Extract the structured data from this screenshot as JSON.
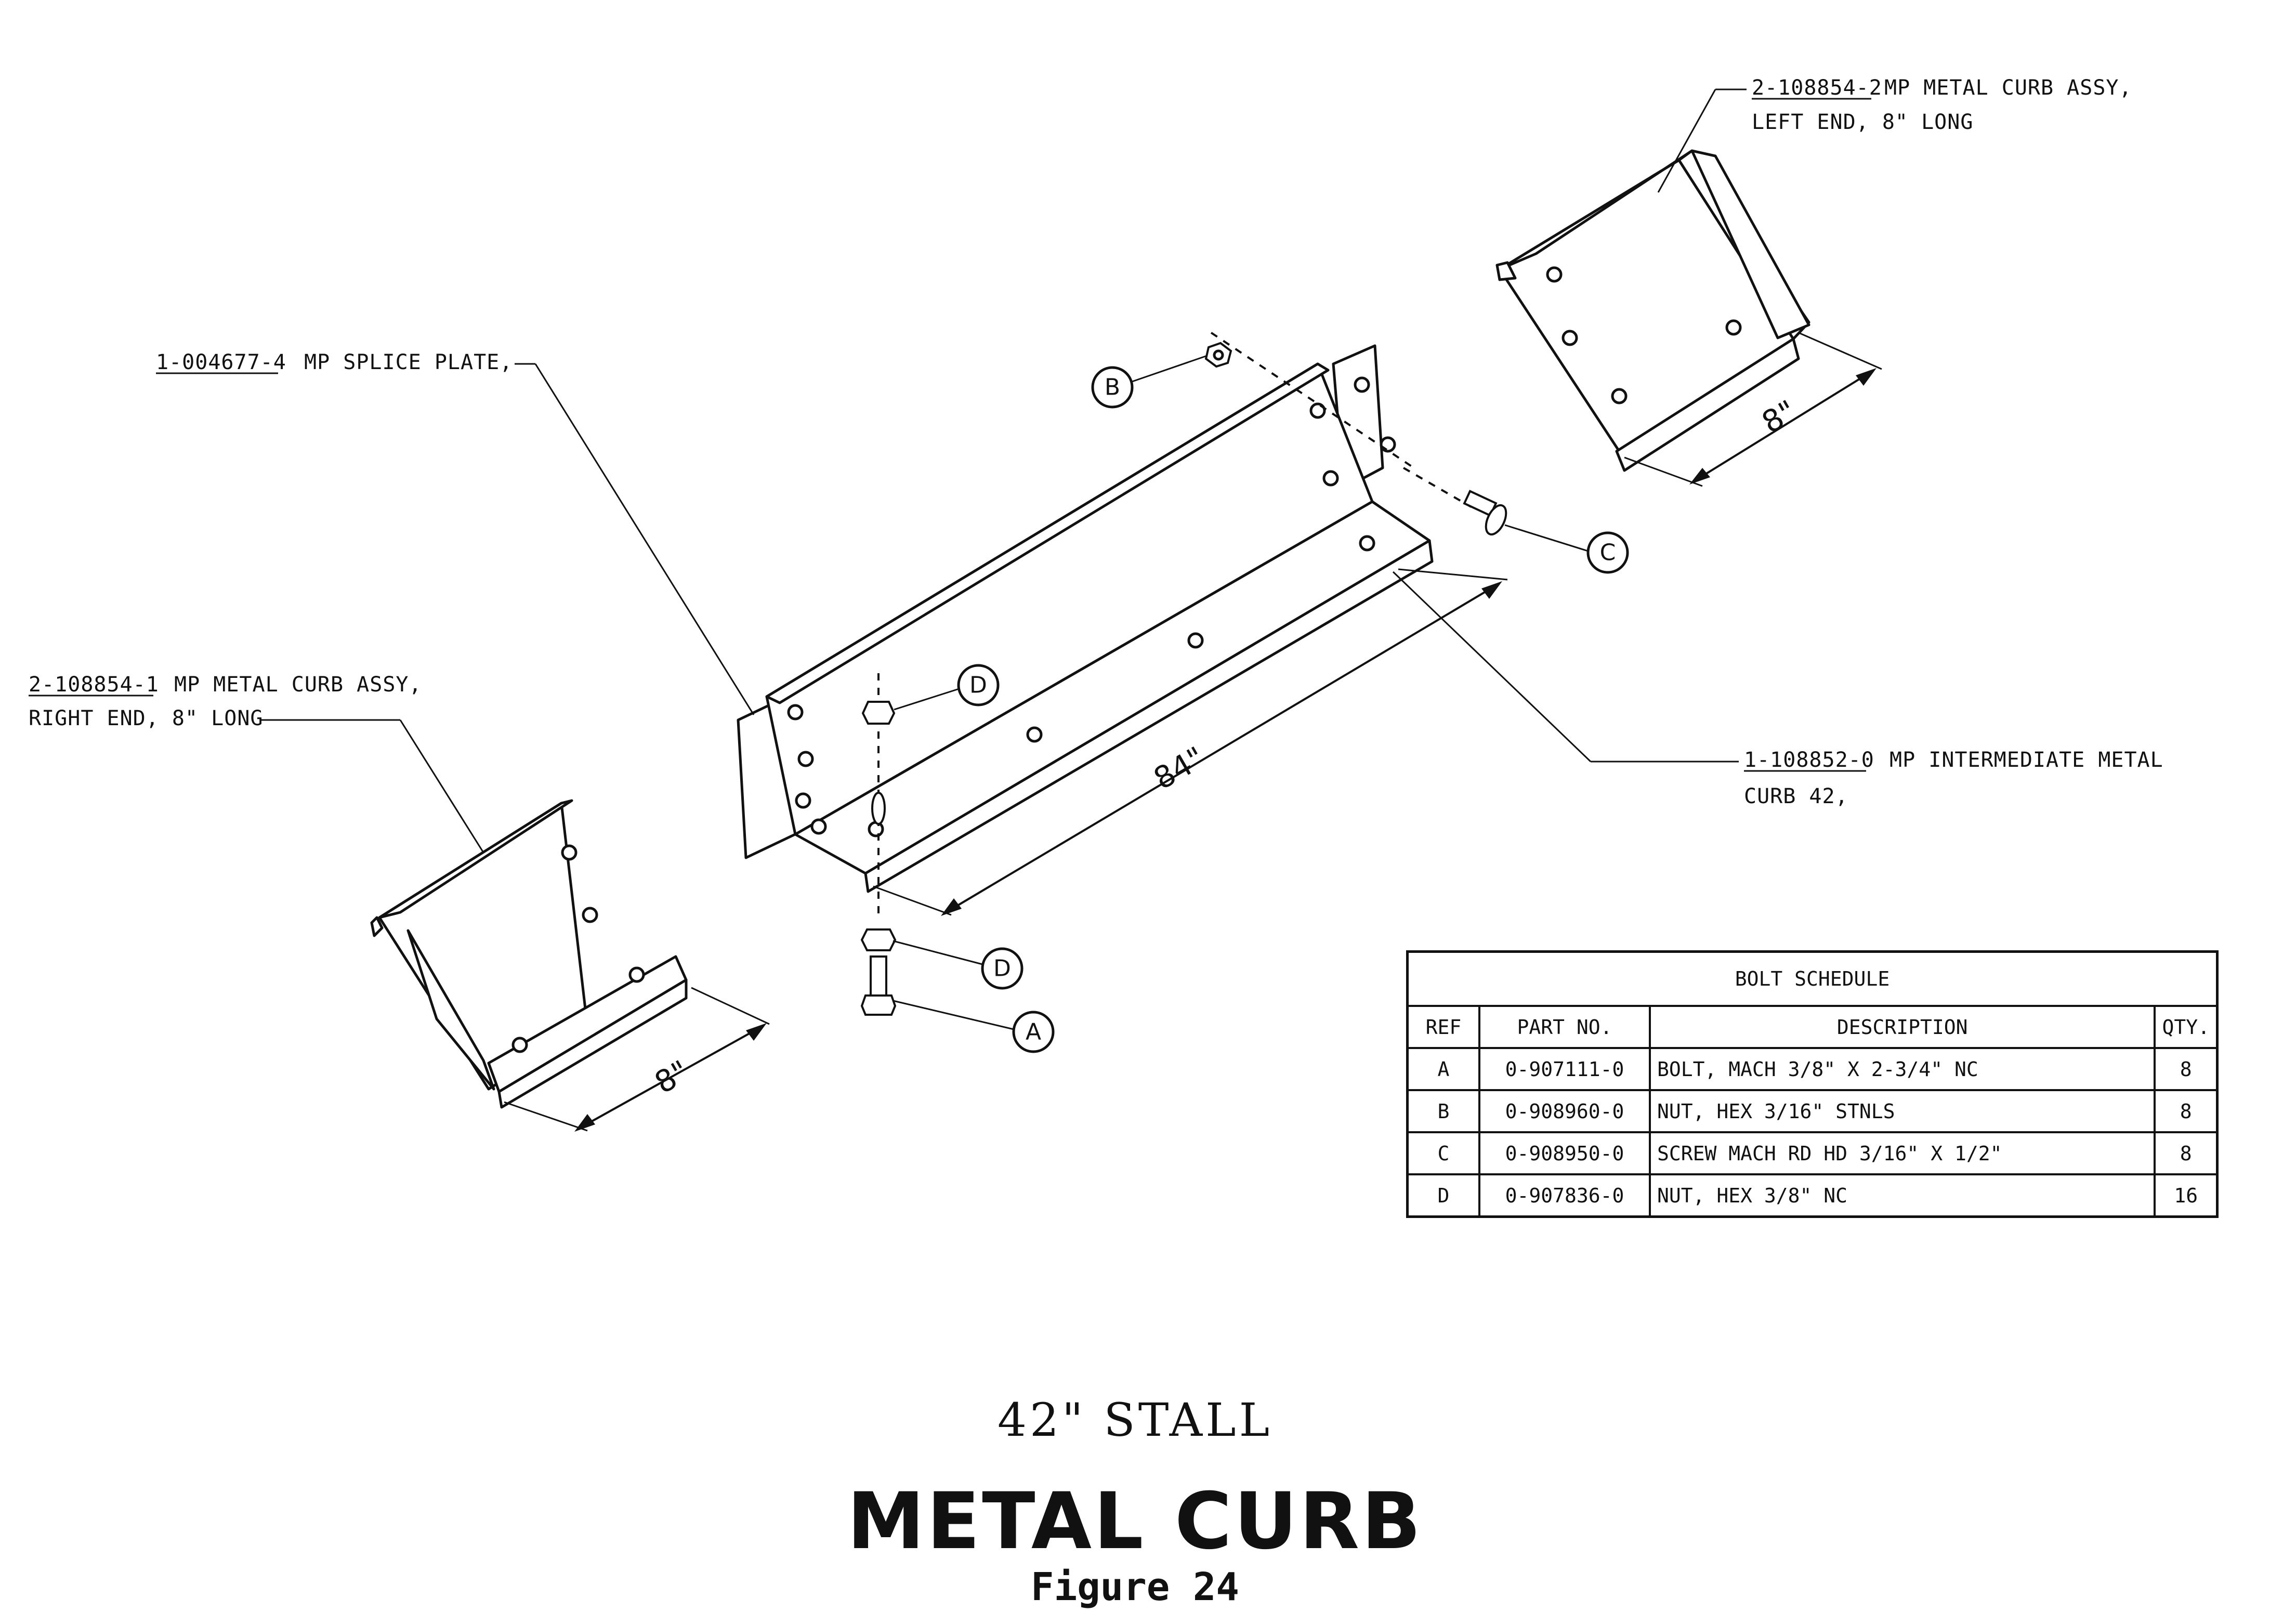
{
  "callouts": {
    "left_end": {
      "part_no": "2-108854-2",
      "desc_line1": "MP METAL CURB ASSY,",
      "desc_line2": "LEFT END, 8\" LONG"
    },
    "splice_plate": {
      "part_no": "1-004677-4",
      "desc": "MP SPLICE PLATE,"
    },
    "right_end": {
      "part_no": "2-108854-1",
      "desc_line1": "MP METAL CURB ASSY,",
      "desc_line2": "RIGHT END, 8\" LONG"
    },
    "intermediate": {
      "part_no": "1-108852-0",
      "desc_line1": "MP INTERMEDIATE METAL",
      "desc_line2": "CURB 42,"
    }
  },
  "dimensions": {
    "left_end_length": "8\"",
    "intermediate_length": "84\"",
    "right_end_length": "8\""
  },
  "ref_letters": {
    "a": "A",
    "b": "B",
    "c": "C",
    "d": "D"
  },
  "bolt_schedule": {
    "title": "BOLT SCHEDULE",
    "headers": {
      "ref": "REF",
      "part_no": "PART NO.",
      "description": "DESCRIPTION",
      "qty": "QTY."
    },
    "rows": [
      {
        "ref": "A",
        "part_no": "0-907111-0",
        "description": "BOLT, MACH 3/8\" X 2-3/4\" NC",
        "qty": "8"
      },
      {
        "ref": "B",
        "part_no": "0-908960-0",
        "description": "NUT, HEX 3/16\" STNLS",
        "qty": "8"
      },
      {
        "ref": "C",
        "part_no": "0-908950-0",
        "description": "SCREW MACH RD HD 3/16\" X 1/2\"",
        "qty": "8"
      },
      {
        "ref": "D",
        "part_no": "0-907836-0",
        "description": "NUT, HEX 3/8\" NC",
        "qty": "16"
      }
    ]
  },
  "caption": {
    "subtitle": "42\" STALL",
    "title": "METAL CURB",
    "figure": "Figure 24"
  }
}
